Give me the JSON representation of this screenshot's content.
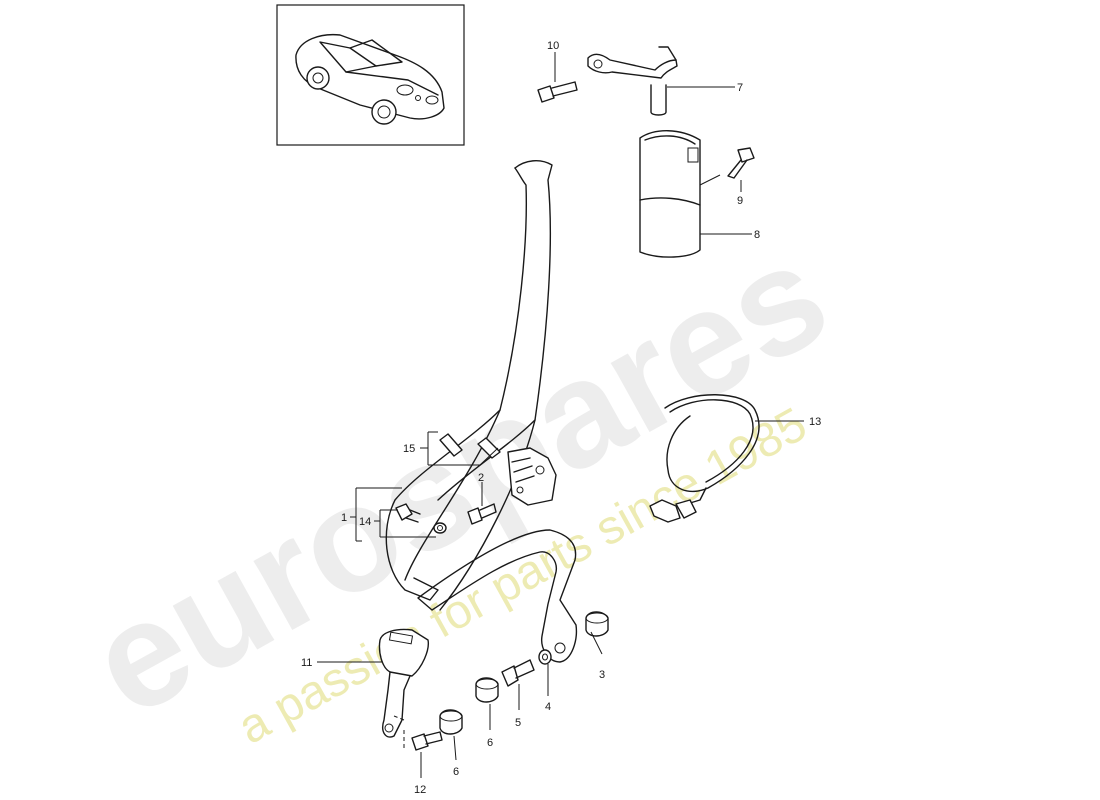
{
  "watermark": {
    "brand": "eurospares",
    "tagline": "a passion for parts since 1985"
  },
  "callouts": [
    {
      "id": "c1",
      "label": "1"
    },
    {
      "id": "c2",
      "label": "2"
    },
    {
      "id": "c3",
      "label": "3"
    },
    {
      "id": "c4",
      "label": "4"
    },
    {
      "id": "c5",
      "label": "5"
    },
    {
      "id": "c6a",
      "label": "6"
    },
    {
      "id": "c6b",
      "label": "6"
    },
    {
      "id": "c7",
      "label": "7"
    },
    {
      "id": "c8",
      "label": "8"
    },
    {
      "id": "c9",
      "label": "9"
    },
    {
      "id": "c10",
      "label": "10"
    },
    {
      "id": "c11",
      "label": "11"
    },
    {
      "id": "c12",
      "label": "12"
    },
    {
      "id": "c13",
      "label": "13"
    },
    {
      "id": "c14",
      "label": "14"
    },
    {
      "id": "c15",
      "label": "15"
    }
  ]
}
